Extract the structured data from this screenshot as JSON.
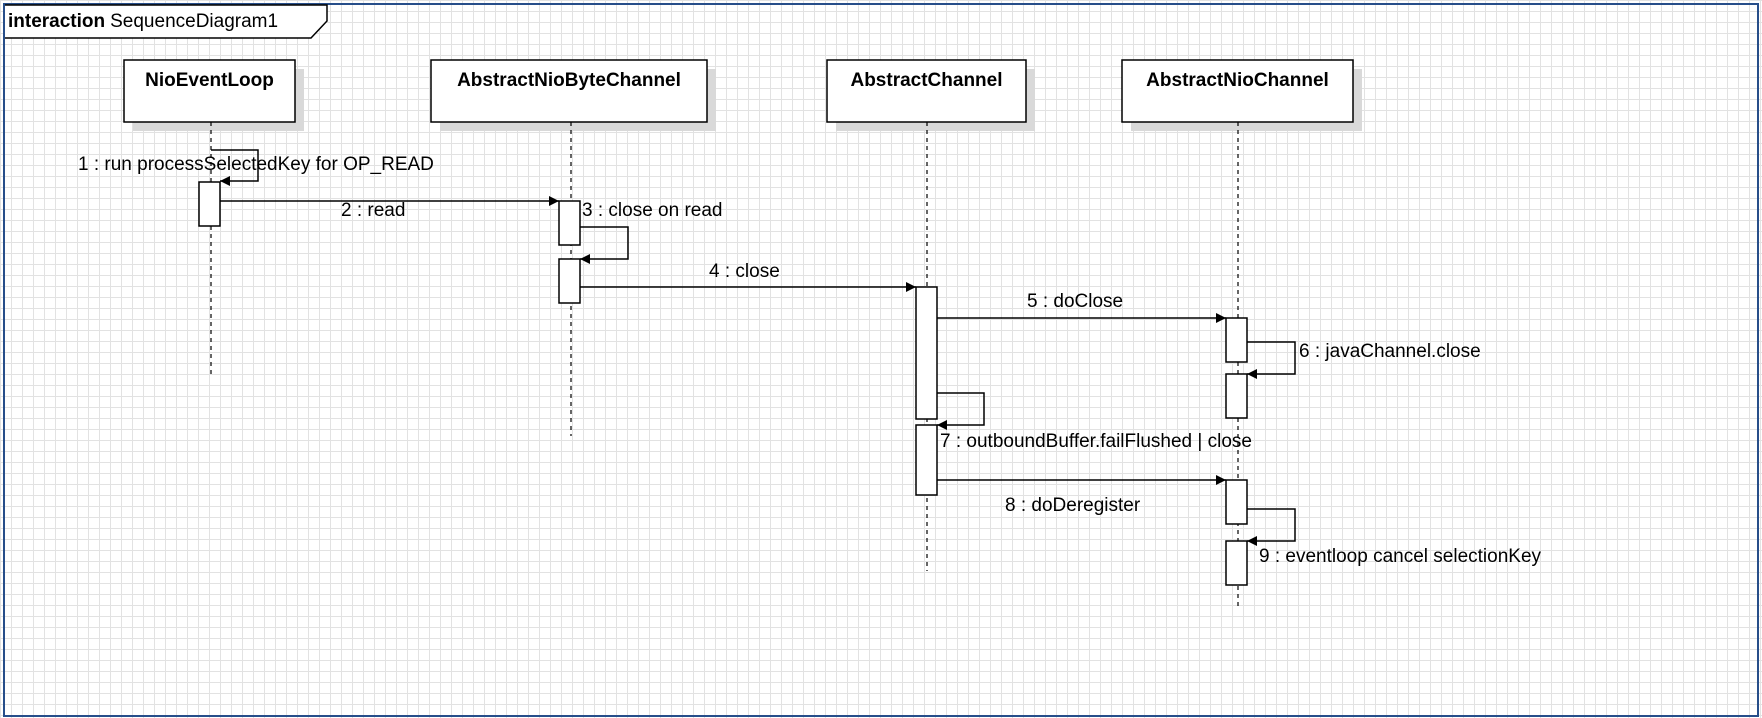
{
  "frame": {
    "keyword": "interaction",
    "name": "SequenceDiagram1"
  },
  "lifelines": [
    {
      "name": "NioEventLoop"
    },
    {
      "name": "AbstractNioByteChannel"
    },
    {
      "name": "AbstractChannel"
    },
    {
      "name": "AbstractNioChannel"
    }
  ],
  "messages": [
    {
      "label": "1 : run processSelectedKey for OP_READ",
      "from": "NioEventLoop",
      "to": "NioEventLoop"
    },
    {
      "label": "2 : read",
      "from": "NioEventLoop",
      "to": "AbstractNioByteChannel"
    },
    {
      "label": "3 : close on read",
      "from": "AbstractNioByteChannel",
      "to": "AbstractNioByteChannel"
    },
    {
      "label": "4 : close",
      "from": "AbstractNioByteChannel",
      "to": "AbstractChannel"
    },
    {
      "label": "5 : doClose",
      "from": "AbstractChannel",
      "to": "AbstractNioChannel"
    },
    {
      "label": "6 : javaChannel.close",
      "from": "AbstractNioChannel",
      "to": "AbstractNioChannel"
    },
    {
      "label": "7 : outboundBuffer.failFlushed | close",
      "from": "AbstractChannel",
      "to": "AbstractChannel"
    },
    {
      "label": "8 : doDeregister",
      "from": "AbstractChannel",
      "to": "AbstractNioChannel"
    },
    {
      "label": "9 : eventloop cancel selectionKey",
      "from": "AbstractNioChannel",
      "to": "AbstractNioChannel"
    }
  ]
}
